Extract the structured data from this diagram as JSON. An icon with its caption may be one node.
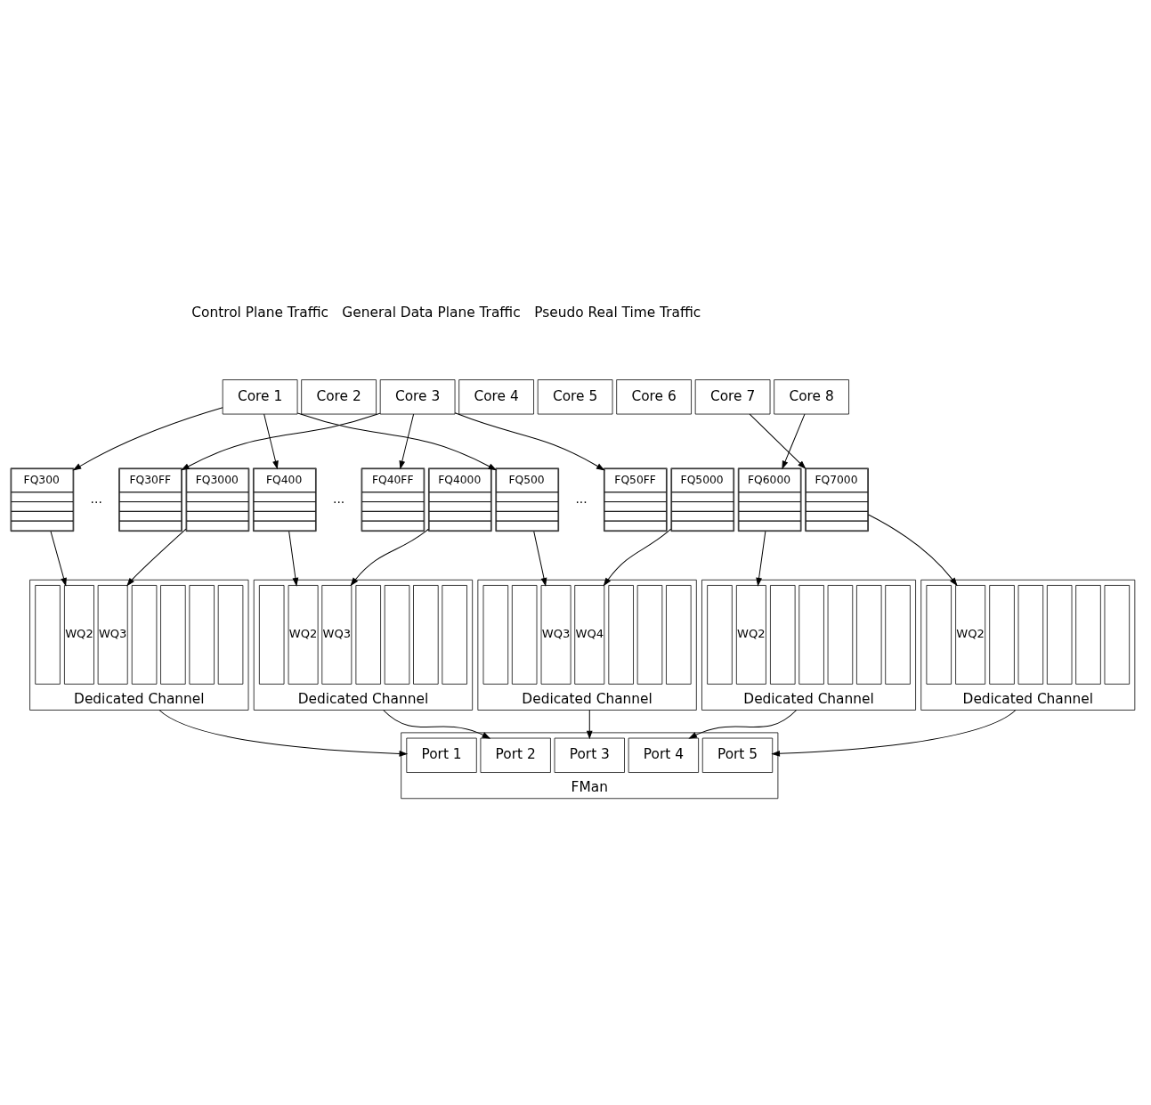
{
  "diagram": {
    "nodes": [
      {
        "text": [
          "Core 1"
        ]
      },
      {
        "text": [
          "Core 2"
        ]
      },
      {
        "text": [
          "Core 3"
        ]
      },
      {
        "text": [
          "Core 4"
        ]
      },
      {
        "text": [
          "Core 5"
        ]
      },
      {
        "text": [
          "Core 6"
        ]
      },
      {
        "text": [
          "Core 7"
        ]
      },
      {
        "text": [
          "Core 8"
        ]
      },
      {
        "text": [
          "FQ300"
        ]
      },
      {
        "text": [
          "FQ30FF"
        ]
      },
      {
        "text": [
          "FQ3000"
        ]
      },
      {
        "text": [
          "FQ400"
        ]
      },
      {
        "text": [
          "FQ40FF"
        ]
      },
      {
        "text": [
          "FQ4000"
        ]
      },
      {
        "text": [
          "FQ500"
        ]
      },
      {
        "text": [
          "FQ50FF"
        ]
      },
      {
        "text": [
          "FQ5000"
        ]
      },
      {
        "text": [
          "FQ6000"
        ]
      },
      {
        "text": [
          "FQ7000"
        ]
      },
      {
        "text": [
          "Dedicated Channel"
        ]
      },
      {
        "text": [],
        "shape": "box",
        "in": 19
      },
      {
        "text": [
          "WQ2"
        ],
        "in": 19
      },
      {
        "text": [
          "WQ3"
        ],
        "in": 19
      },
      {
        "text": [],
        "shape": "box",
        "in": 19
      },
      {
        "text": [],
        "shape": "box",
        "in": 19
      },
      {
        "text": [],
        "shape": "box",
        "in": 19
      },
      {
        "text": [],
        "shape": "box",
        "in": 19
      },
      {
        "text": [
          "Dedicated Channel"
        ]
      },
      {
        "text": [],
        "shape": "box",
        "in": 27
      },
      {
        "text": [
          "WQ2"
        ],
        "in": 27
      },
      {
        "text": [
          "WQ3"
        ],
        "in": 27
      },
      {
        "text": [],
        "shape": "box",
        "in": 27
      },
      {
        "text": [],
        "shape": "box",
        "in": 27
      },
      {
        "text": [],
        "shape": "box",
        "in": 27
      },
      {
        "text": [],
        "shape": "box",
        "in": 27
      },
      {
        "text": [
          "Dedicated Channel"
        ]
      },
      {
        "text": [],
        "shape": "box",
        "in": 35
      },
      {
        "text": [],
        "shape": "box",
        "in": 35
      },
      {
        "text": [
          "WQ3"
        ],
        "in": 35
      },
      {
        "text": [
          "WQ4"
        ],
        "in": 35
      },
      {
        "text": [],
        "shape": "box",
        "in": 35
      },
      {
        "text": [],
        "shape": "box",
        "in": 35
      },
      {
        "text": [],
        "shape": "box",
        "in": 35
      },
      {
        "text": [
          "Dedicated Channel"
        ]
      },
      {
        "text": [],
        "shape": "box",
        "in": 43
      },
      {
        "text": [
          "WQ2"
        ],
        "in": 43
      },
      {
        "text": [],
        "shape": "box",
        "in": 43
      },
      {
        "text": [],
        "shape": "box",
        "in": 43
      },
      {
        "text": [],
        "shape": "box",
        "in": 43
      },
      {
        "text": [],
        "shape": "box",
        "in": 43
      },
      {
        "text": [],
        "shape": "box",
        "in": 43
      },
      {
        "text": [
          "Dedicated Channel"
        ]
      },
      {
        "text": [],
        "shape": "box",
        "in": 51
      },
      {
        "text": [
          "WQ2"
        ],
        "in": 51
      },
      {
        "text": [],
        "shape": "box",
        "in": 51
      },
      {
        "text": [],
        "shape": "box",
        "in": 51
      },
      {
        "text": [],
        "shape": "box",
        "in": 51
      },
      {
        "text": [],
        "shape": "box",
        "in": 51
      },
      {
        "text": [],
        "shape": "box",
        "in": 51
      },
      {
        "text": [
          "FMan"
        ]
      },
      {
        "text": [
          "Port 1"
        ],
        "in": 59
      },
      {
        "text": [
          "Port 2"
        ],
        "in": 59
      },
      {
        "text": [
          "Port 3"
        ],
        "in": 59
      },
      {
        "text": [
          "Port 4"
        ],
        "in": 59
      },
      {
        "text": [
          "Port 5"
        ],
        "in": 59
      }
    ],
    "edges": [
      {
        "from": 0,
        "to": 8,
        "arrow": "to"
      },
      {
        "from": 0,
        "to": 11,
        "arrow": "to"
      },
      {
        "from": 0,
        "to": 14,
        "arrow": "to"
      },
      {
        "from": 2,
        "to": 9,
        "arrow": "to"
      },
      {
        "from": 2,
        "to": 12,
        "arrow": "to"
      },
      {
        "from": 2,
        "to": 15,
        "arrow": "to"
      },
      {
        "from": 6,
        "to": 18,
        "arrow": "to"
      },
      {
        "from": 7,
        "to": 17,
        "arrow": "to"
      },
      {
        "from": 8,
        "to": 21,
        "arrow": "to"
      },
      {
        "from": 10,
        "to": 22,
        "arrow": "to"
      },
      {
        "from": 11,
        "to": 29,
        "arrow": "to"
      },
      {
        "from": 13,
        "to": 30,
        "arrow": "to"
      },
      {
        "from": 14,
        "to": 38,
        "arrow": "to"
      },
      {
        "from": 16,
        "to": 39,
        "arrow": "to"
      },
      {
        "from": 17,
        "to": 45,
        "arrow": "to"
      },
      {
        "from": 18,
        "to": 53,
        "arrow": "to"
      },
      {
        "from": 19,
        "to": 60,
        "arrow": "to"
      },
      {
        "from": 27,
        "to": 61,
        "arrow": "to"
      },
      {
        "from": 35,
        "to": 62,
        "arrow": "to"
      },
      {
        "from": 43,
        "to": 63,
        "arrow": "to"
      },
      {
        "from": 51,
        "to": 64,
        "arrow": "to"
      }
    ],
    "labels": [
      "Control Plane Traffic",
      "General Data Plane Traffic",
      "Pseudo Real Time Traffic",
      "...",
      "...",
      "..."
    ]
  }
}
